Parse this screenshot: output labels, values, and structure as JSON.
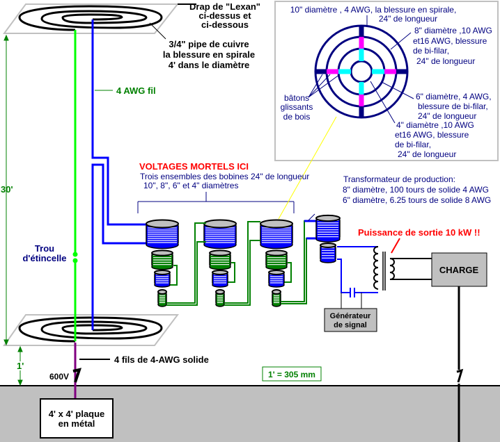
{
  "colors": {
    "ground": "#c0c0c0",
    "plate_green": "#00ff00",
    "wire_blue": "#0000ff",
    "wire_green": "#008000",
    "ground_wire_purple": "#800080",
    "navy": "#000080",
    "cyan": "#00ffff",
    "magenta": "#ff00ff",
    "warning_red": "#ff0000",
    "label_green": "#008000",
    "label_navy": "#000080",
    "yellow_pointer": "#ffff00"
  },
  "labels": {
    "lexan_sheet": [
      "Drap de \"Lexan\"",
      "ci-dessus et",
      "ci-dessous"
    ],
    "copper_pipe": [
      "3/4\" pipe de cuivre",
      "la blessure en spirale",
      "4' dans le diamètre"
    ],
    "wire_4awg": "4 AWG fil",
    "height_30ft": "30'",
    "spark_gap": [
      "Trou",
      "d'étincelle"
    ],
    "height_1ft": "1'",
    "ground_wires": "4 fils de 4-AWG solide",
    "switch_voltage": "600V",
    "metal_plate": [
      "4' x 4' plaque",
      "en métal"
    ],
    "scale": "1' = 305 mm",
    "warning": "VOLTAGES MORTELS ICI",
    "coil_sets": [
      "Trois ensembles des bobines 24\" de longueur",
      "10\", 8\", 6\" et 4\" diamètres"
    ],
    "transformer": [
      "Transformateur de production:",
      "8\" diamètre, 100 tours de solide 4 AWG",
      "6\" diamètre, 6.25 tours de solide 8 AWG"
    ],
    "output_power": "Puissance de sortie 10 kW !!",
    "load": "CHARGE",
    "signal_generator": [
      "Générateur",
      "de signal"
    ]
  },
  "inset": {
    "coil_10in": [
      "10\" diamètre , 4 AWG, la blessure en spirale,",
      "24\" de longueur"
    ],
    "coil_8in": [
      "8\" diamètre ,10 AWG",
      "et16 AWG, blessure",
      "de bi-filar,",
      "24\" de longueur"
    ],
    "coil_6in": [
      "6\" diamètre, 4 AWG,",
      "blessure de bi-filar,",
      "24\" de longueur"
    ],
    "coil_4in": [
      "4\" diamètre ,10 AWG",
      "et16 AWG, blessure",
      "de bi-filar,",
      "24\" de longueur"
    ],
    "sticks": [
      "bâtons",
      "glissants",
      "de bois"
    ]
  }
}
